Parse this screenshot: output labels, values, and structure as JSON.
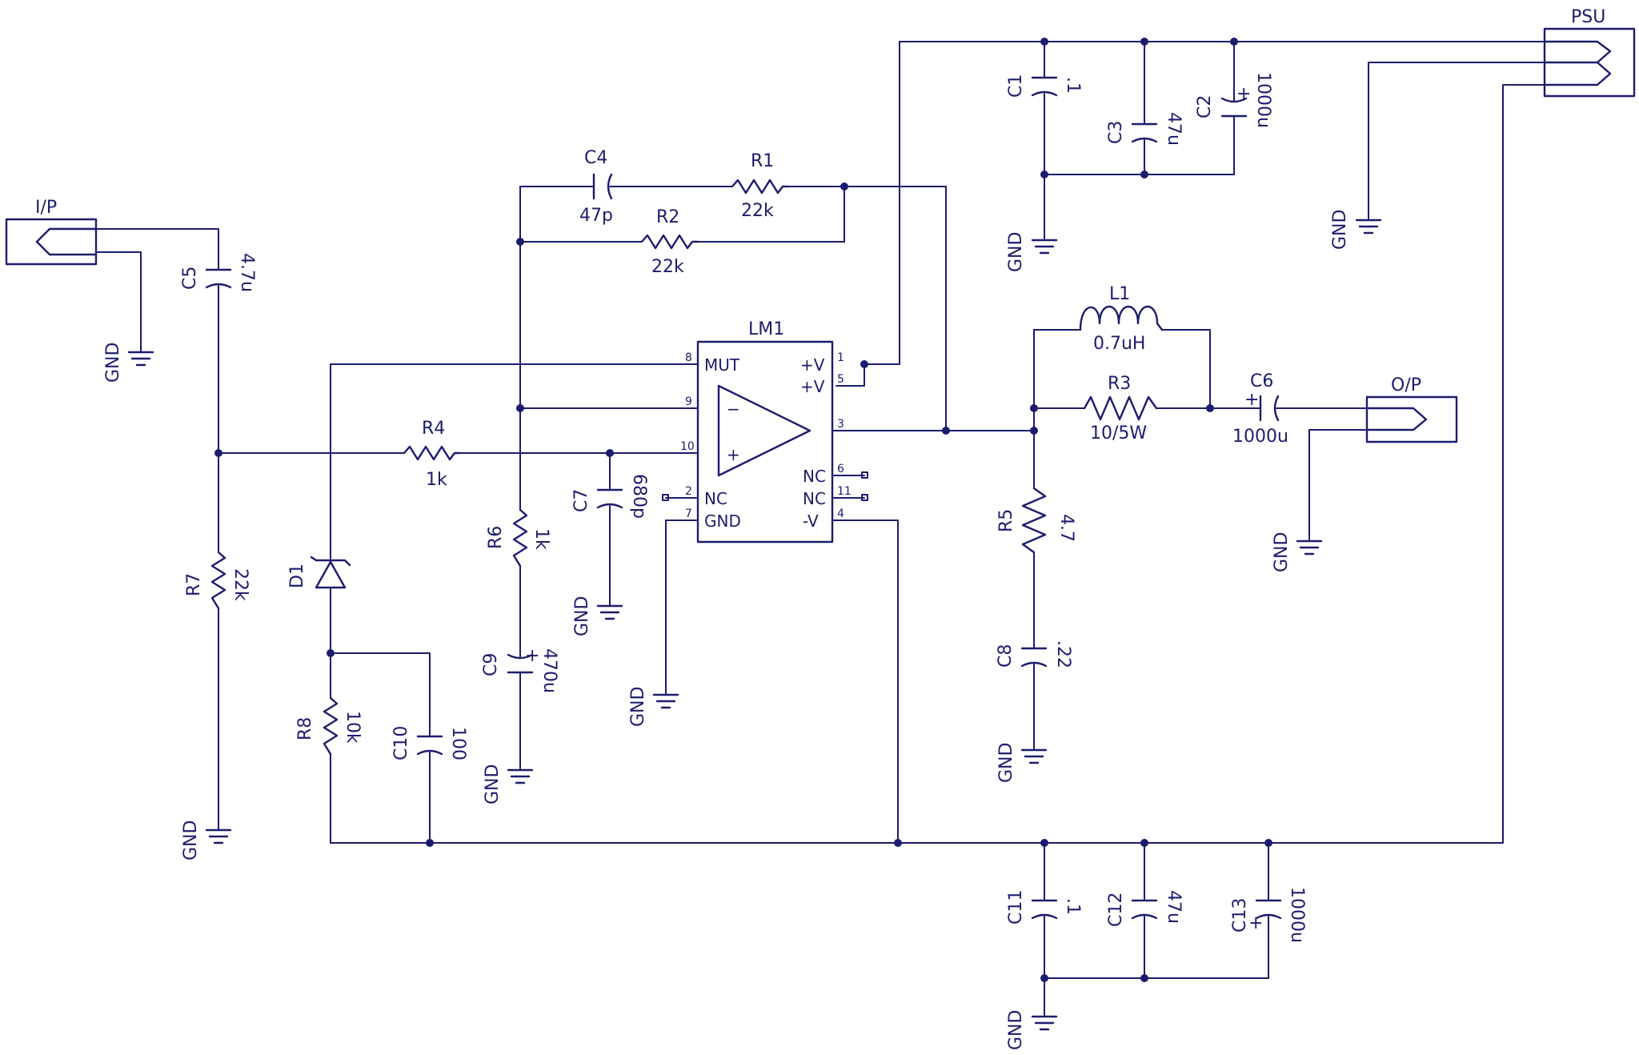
{
  "ic": {
    "name": "LM1",
    "pins_left": [
      {
        "num": "8",
        "label": "MUT"
      },
      {
        "num": "9",
        "label": "−"
      },
      {
        "num": "10",
        "label": "+"
      },
      {
        "num": "2",
        "label": "NC"
      },
      {
        "num": "7",
        "label": "GND"
      }
    ],
    "pins_right": [
      {
        "num": "1",
        "label": "+V"
      },
      {
        "num": "5",
        "label": "+V"
      },
      {
        "num": "3",
        "label": ""
      },
      {
        "num": "6",
        "label": "NC"
      },
      {
        "num": "11",
        "label": "NC"
      },
      {
        "num": "4",
        "label": "-V"
      }
    ]
  },
  "connectors": {
    "ip": "I/P",
    "psu": "PSU",
    "op": "O/P"
  },
  "components": {
    "c1": {
      "ref": "C1",
      "value": ".1"
    },
    "c2": {
      "ref": "C2",
      "value": "1000u"
    },
    "c3": {
      "ref": "C3",
      "value": "47u"
    },
    "c4": {
      "ref": "C4",
      "value": "47p"
    },
    "c5": {
      "ref": "C5",
      "value": "4.7u"
    },
    "c6": {
      "ref": "C6",
      "value": "1000u"
    },
    "c7": {
      "ref": "C7",
      "value": "680p"
    },
    "c8": {
      "ref": "C8",
      "value": ".22"
    },
    "c9": {
      "ref": "C9",
      "value": "470u"
    },
    "c10": {
      "ref": "C10",
      "value": "100"
    },
    "c11": {
      "ref": "C11",
      "value": ".1"
    },
    "c12": {
      "ref": "C12",
      "value": "47u"
    },
    "c13": {
      "ref": "C13",
      "value": "1000u"
    },
    "r1": {
      "ref": "R1",
      "value": "22k"
    },
    "r2": {
      "ref": "R2",
      "value": "22k"
    },
    "r3": {
      "ref": "R3",
      "value": "10/5W"
    },
    "r4": {
      "ref": "R4",
      "value": "1k"
    },
    "r5": {
      "ref": "R5",
      "value": "4.7"
    },
    "r6": {
      "ref": "R6",
      "value": "1k"
    },
    "r7": {
      "ref": "R7",
      "value": "22k"
    },
    "r8": {
      "ref": "R8",
      "value": "10k"
    },
    "l1": {
      "ref": "L1",
      "value": "0.7uH"
    },
    "d1": {
      "ref": "D1"
    }
  },
  "ground_label": "GND",
  "polarity_mark": "+",
  "colors": {
    "ink": "#1c1c6e",
    "background": "#ffffff"
  }
}
